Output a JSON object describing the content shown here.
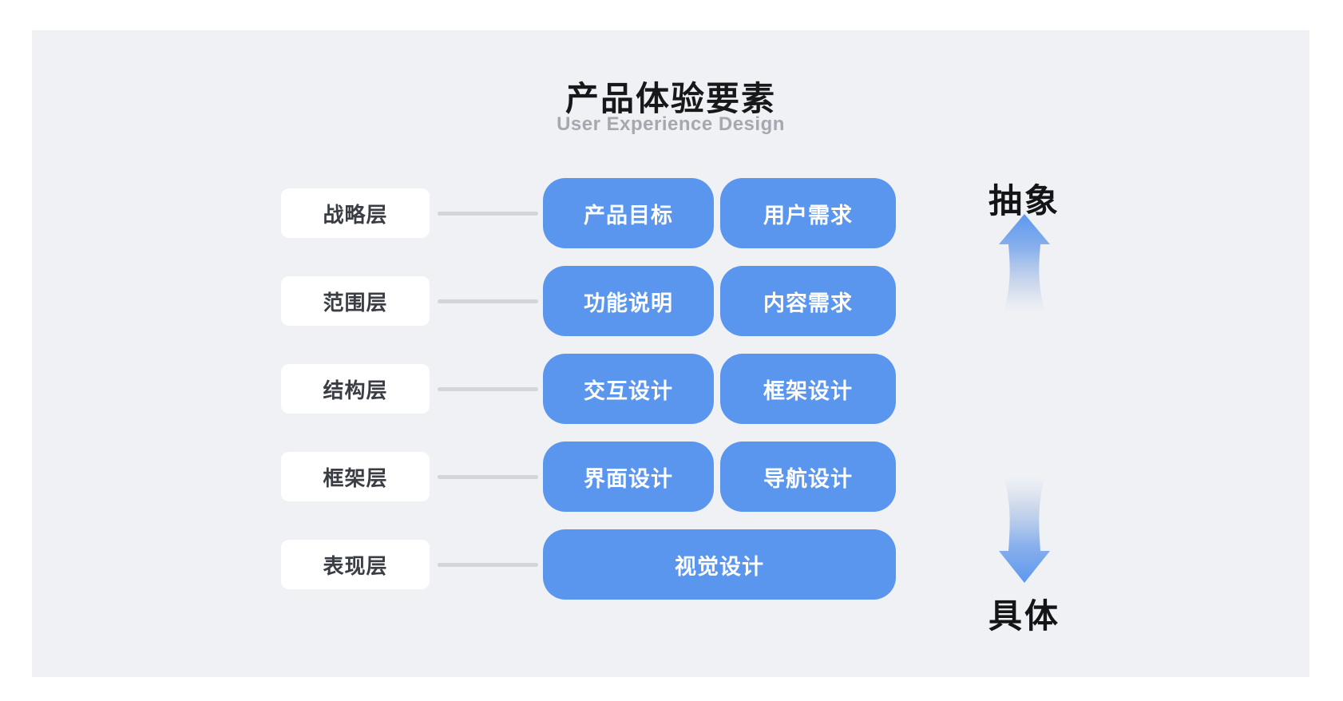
{
  "title": "产品体验要素",
  "subtitle": "User Experience Design",
  "layers": [
    {
      "label": "战略层",
      "items": [
        "产品目标",
        "用户需求"
      ]
    },
    {
      "label": "范围层",
      "items": [
        "功能说明",
        "内容需求"
      ]
    },
    {
      "label": "结构层",
      "items": [
        "交互设计",
        "框架设计"
      ]
    },
    {
      "label": "框架层",
      "items": [
        "界面设计",
        "导航设计"
      ]
    },
    {
      "label": "表现层",
      "items": [
        "视觉设计"
      ]
    }
  ],
  "axis": {
    "top_label": "抽象",
    "bottom_label": "具体"
  },
  "icons": {
    "up": "arrow-up-icon",
    "down": "arrow-down-icon"
  },
  "colors": {
    "page_bg": "#FFFFFF",
    "panel_bg": "#EFF1F5",
    "box_blue": "#5B96EE",
    "label_box_bg": "#FFFFFF",
    "label_text": "#3A3E44",
    "box_text": "#FFFFFF",
    "connector_gray": "#D2D5D9",
    "title_text": "#17181A",
    "subtitle_text": "#A5A8AE",
    "axis_text": "#141517"
  }
}
